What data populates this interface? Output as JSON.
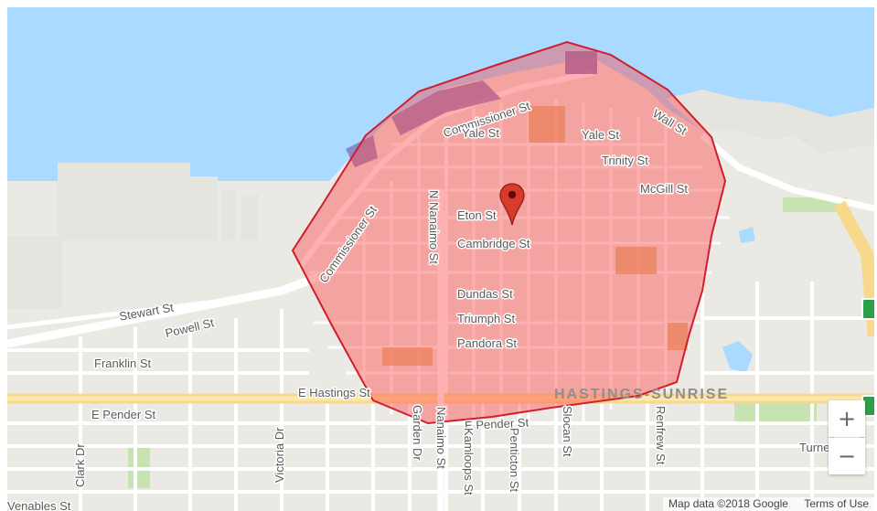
{
  "map": {
    "streets": {
      "commissioner_st_north": "Commissioner St",
      "commissioner_st_west": "Commissioner St",
      "yale_st_west": "Yale St",
      "yale_st_east": "Yale St",
      "wall_st": "Wall St",
      "trinity_st": "Trinity St",
      "mcgill_st": "McGill St",
      "eton_st": "Eton St",
      "cambridge_st": "Cambridge St",
      "n_nanaimo_st": "N Nanaimo St",
      "dundas_st": "Dundas St",
      "triumph_st": "Triumph St",
      "pandora_st": "Pandora St",
      "stewart_st": "Stewart St",
      "powell_st": "Powell St",
      "franklin_st": "Franklin St",
      "e_hastings_st": "E Hastings St",
      "e_pender_st": "E Pender St",
      "e_pender_st_2": "E Pender St",
      "clark_dr": "Clark Dr",
      "victoria_dr": "Victoria Dr",
      "garden_dr": "Garden Dr",
      "nanaimo_st": "Nanaimo St",
      "kamloops_st": "Kamloops St",
      "penticton_st": "Penticton St",
      "slocan_st": "Slocan St",
      "renfrew_st": "Renfrew St",
      "turner_st": "Turner St",
      "venables_st": "Venables St"
    },
    "neighborhood": "HASTINGS-SUNRISE",
    "marker": "map-pin",
    "zoom_in_label": "+",
    "zoom_out_label": "−",
    "attribution": {
      "data": "Map data ©2018 Google",
      "terms": "Terms of Use"
    },
    "colors": {
      "water": "#aadaff",
      "land": "#ebe9e4",
      "polygon_fill": "#ff3b3b",
      "polygon_stroke": "#d01e2e",
      "marker": "#d83a2c"
    }
  }
}
